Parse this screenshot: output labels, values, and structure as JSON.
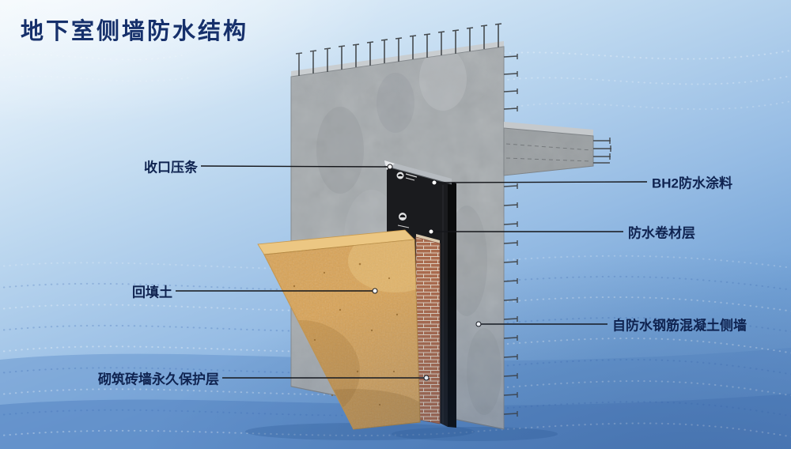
{
  "title": "地下室侧墙防水结构",
  "labels": {
    "closure_strip": "收口压条",
    "backfill_soil": "回填土",
    "brick_protection": "砌筑砖墙永久保护层",
    "bh2_coating": "BH2防水涂料",
    "membrane_layer": "防水卷材层",
    "concrete_wall": "自防水钢筋混凝土侧墙"
  },
  "colors": {
    "background_top": "#f0f7fc",
    "background_bottom": "#6390c9",
    "title_text": "#16306b",
    "label_text": "#0f2350",
    "concrete": "#a6abae",
    "membrane_black": "#1a1b1e",
    "soil_tan": "#d9a458",
    "brick_red": "#a96a4d",
    "wave_dot_blue": "#3f6db5"
  }
}
